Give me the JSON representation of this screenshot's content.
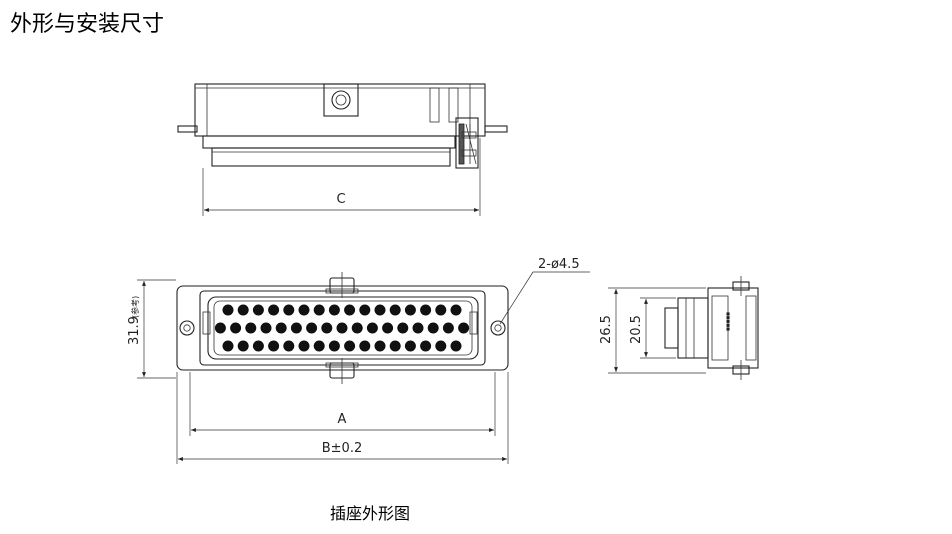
{
  "heading": "外形与安装尺寸",
  "caption": "插座外形图",
  "dimensions": {
    "top_width": "C",
    "front_inner_width": "A",
    "front_outer_width": "B±0.2",
    "front_height": "31.9",
    "front_height_note": "(参考)",
    "holes": "2-ø4.5",
    "side_height_outer": "26.5",
    "side_height_inner": "20.5"
  },
  "pins": {
    "rows": 3,
    "row_counts": [
      16,
      17,
      16
    ]
  }
}
